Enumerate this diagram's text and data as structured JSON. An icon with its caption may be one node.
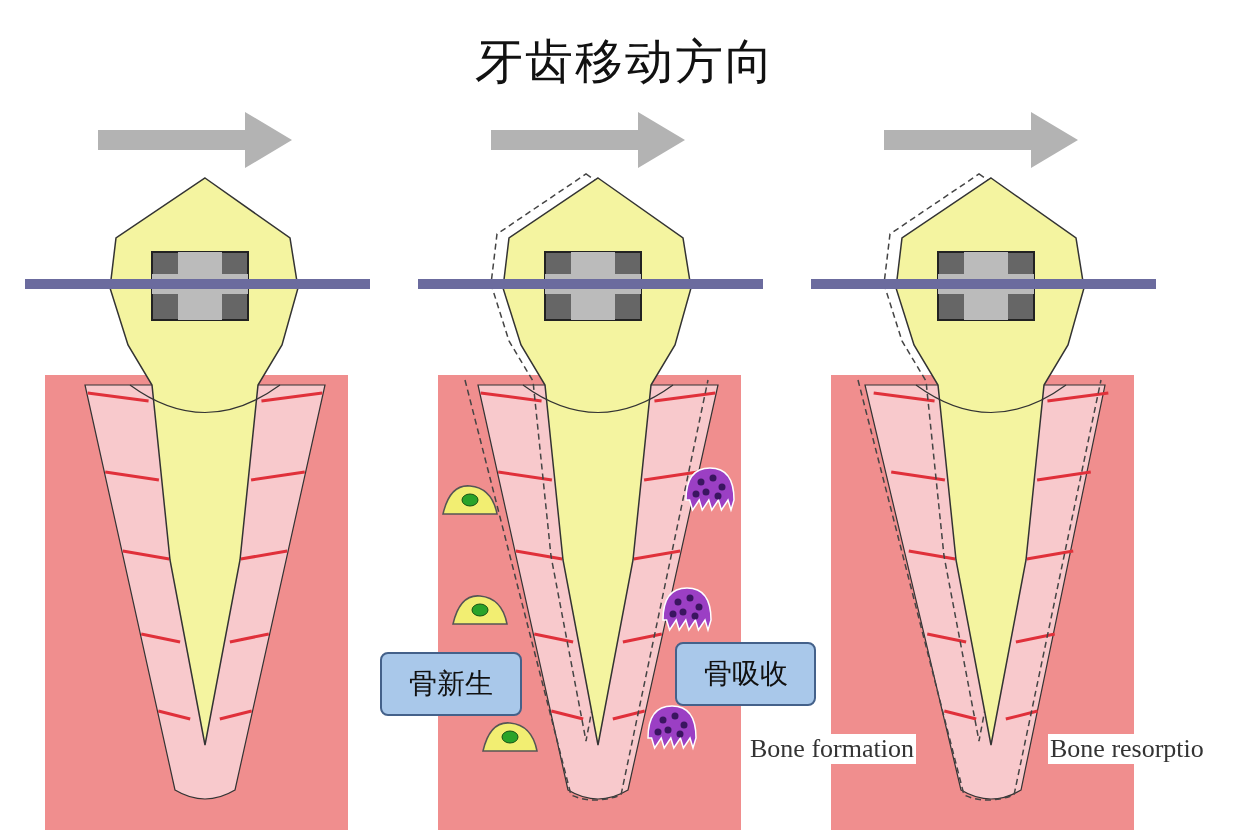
{
  "diagram": {
    "title": "牙齿移动方向",
    "nodes": [
      {
        "text": [
          "骨新生"
        ]
      },
      {
        "text": [
          "骨吸收"
        ]
      }
    ],
    "labels": [
      "Bone formation",
      "Bone resorptio"
    ]
  }
}
